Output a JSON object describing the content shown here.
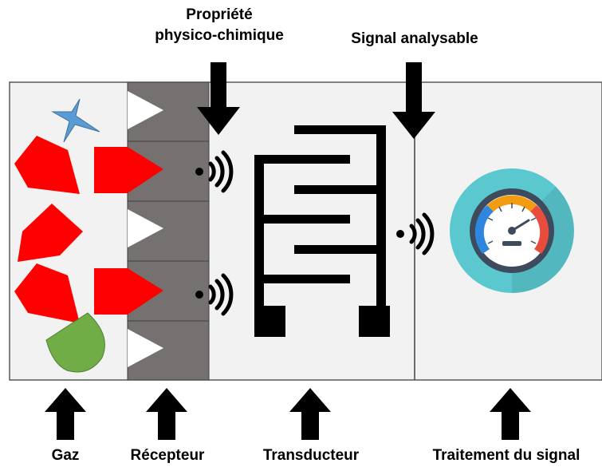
{
  "labels": {
    "top": {
      "property_line1": "Propriété",
      "property_line2": "physico-chimique",
      "signal": "Signal analysable"
    },
    "bottom": {
      "gas": "Gaz",
      "receptor": "Récepteur",
      "transducer": "Transducteur",
      "processing": "Traitement du signal"
    }
  },
  "colors": {
    "gas_molecule": "#ff0000",
    "star_molecule": "#5b9bd5",
    "green_molecule": "#70ad47",
    "receptor_block": "#767171",
    "gauge_ring": "#5bc8cf",
    "gauge_face": "#3d4b5c",
    "panel": "#f2f2f2"
  },
  "icons": [
    "star-icon",
    "wave-icon",
    "electrode-icon",
    "gauge-icon",
    "arrow-down-icon",
    "arrow-up-icon"
  ]
}
